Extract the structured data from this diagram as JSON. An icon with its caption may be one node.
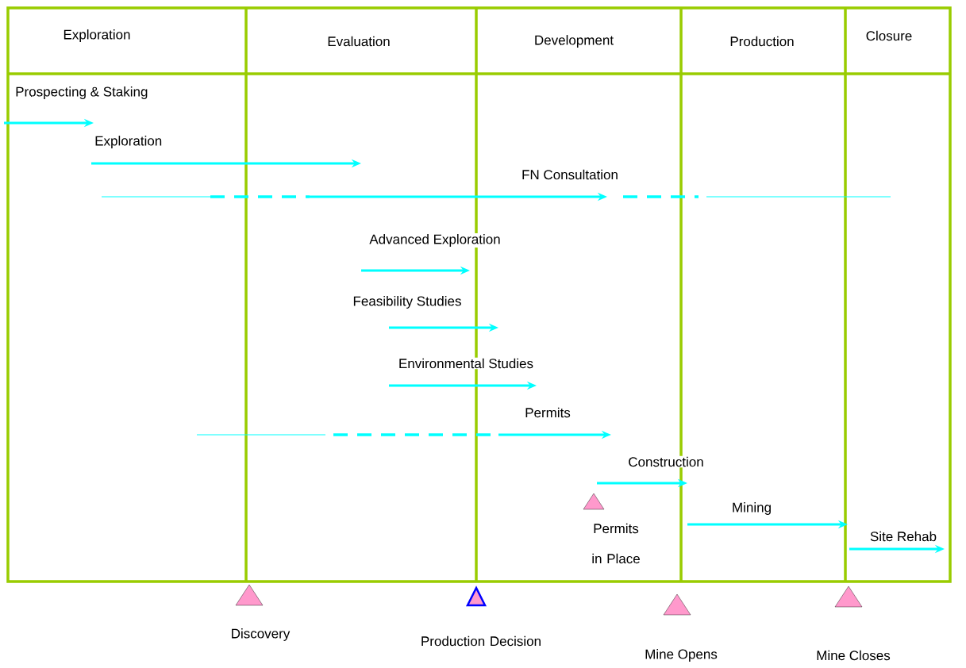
{
  "diagram": {
    "labels": [
      "Exploration",
      "Evaluation",
      "Development",
      "Production",
      "Closure",
      "Prospecting & Staking",
      "Exploration",
      "FN Consultation",
      "Advanced Exploration",
      "Feasibility Studies",
      "Environmental Studies",
      "Permits",
      "Construction",
      "Permits in Place",
      "Mining",
      "Site Rehab",
      "Discovery",
      "Production Decision",
      "Mine Opens",
      "Mine Closes"
    ]
  }
}
